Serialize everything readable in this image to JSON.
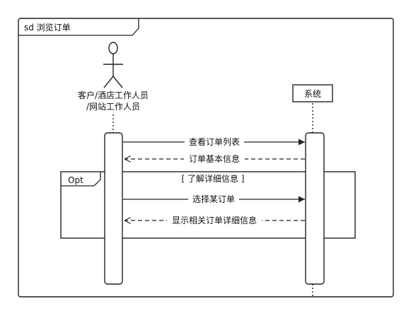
{
  "frame": {
    "label": "sd 浏览订单"
  },
  "actors": {
    "user": {
      "line1": "客户/酒店工作人员",
      "line2": "/网站工作人员"
    },
    "system": {
      "label": "系统"
    }
  },
  "fragment": {
    "operator": "Opt",
    "guard": "[ 了解详细信息 ]"
  },
  "messages": {
    "m1": "查看订单列表",
    "m2": "订单基本信息",
    "m3": "选择某订单",
    "m4": "显示相关订单详细信息"
  },
  "colors": {
    "line": "#222222",
    "background": "#ffffff"
  }
}
